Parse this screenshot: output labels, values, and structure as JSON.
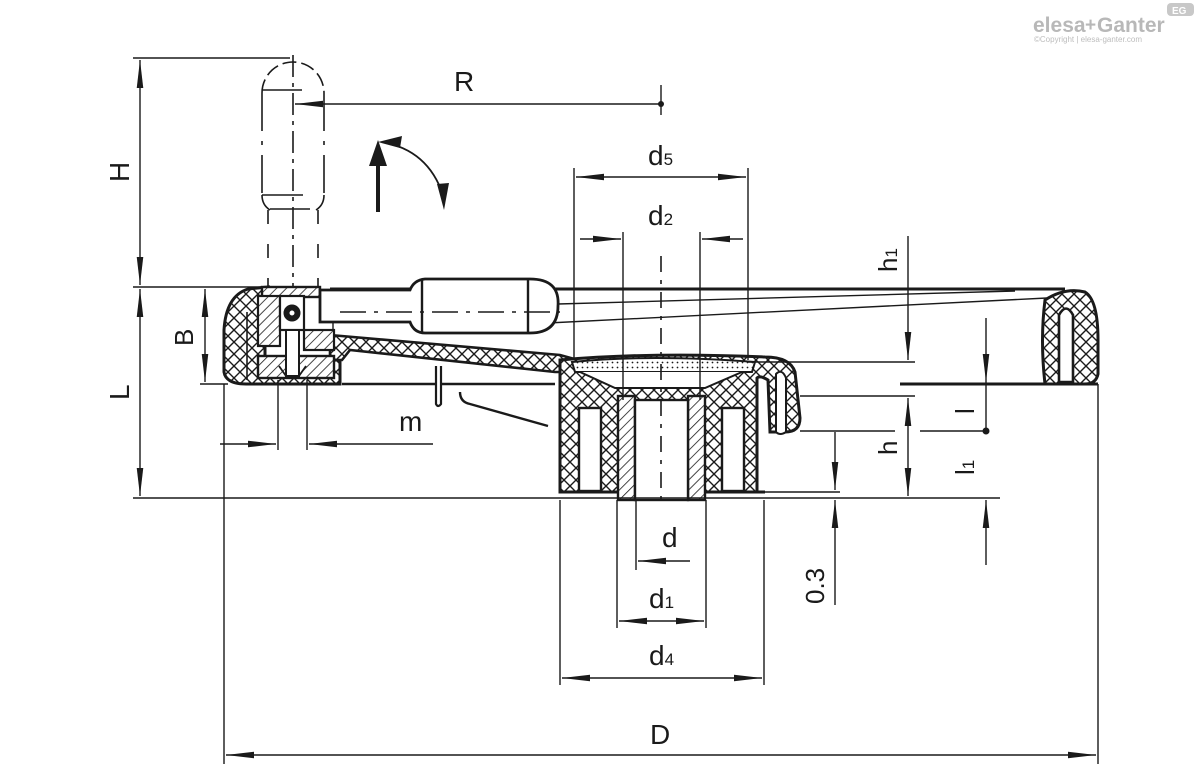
{
  "brand": {
    "name_part1": "elesa",
    "name_sep": "+",
    "name_part2": "Ganter",
    "badge": "EG",
    "copyright": "©Copyright | elesa-ganter.com",
    "color": "#b8b8b8"
  },
  "drawing": {
    "title": "Handwheel with revolving handle — technical section drawing",
    "line_color": "#1a1a1a",
    "dimensions": {
      "R": {
        "label": "R"
      },
      "H": {
        "label": "H"
      },
      "B": {
        "label": "B"
      },
      "L": {
        "label": "L"
      },
      "m": {
        "label": "m"
      },
      "d5": {
        "base": "d",
        "sub": "5"
      },
      "d2": {
        "base": "d",
        "sub": "2"
      },
      "h1": {
        "base": "h",
        "sub": "1"
      },
      "h": {
        "label": "h"
      },
      "l": {
        "label": "l"
      },
      "l1": {
        "base": "l",
        "sub": "1"
      },
      "d": {
        "label": "d"
      },
      "d1": {
        "base": "d",
        "sub": "1"
      },
      "d4": {
        "base": "d",
        "sub": "4"
      },
      "clearance": {
        "label": "0.3"
      },
      "D": {
        "label": "D"
      }
    },
    "icons": [
      "rotation-arrow-icon",
      "up-arrow-icon"
    ]
  }
}
